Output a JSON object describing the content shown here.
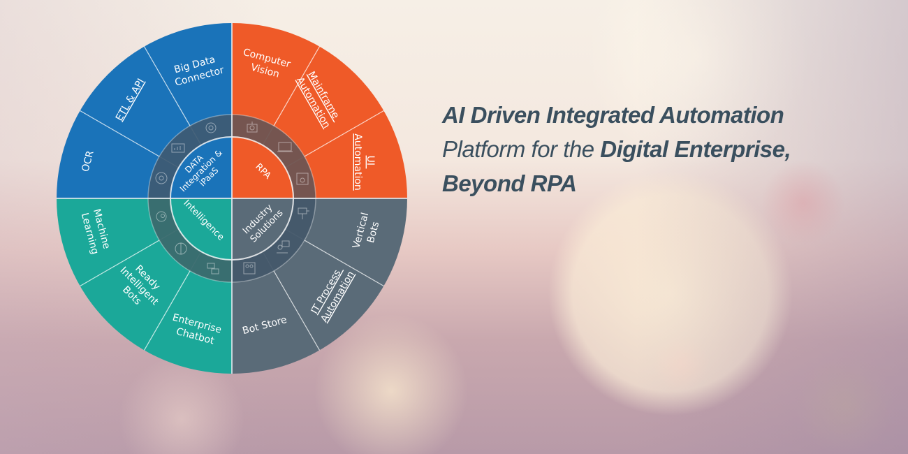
{
  "headline": {
    "line1_bold": "AI Driven Integrated Automation",
    "line2_regular": "Platform for the ",
    "line2_bold": "Digital Enterprise,",
    "line3_bold": "Beyond RPA"
  },
  "colors": {
    "blue": "#1a73b9",
    "orange": "#ef5a28",
    "teal": "#1ba899",
    "slate": "#5a6b78",
    "ring": "#45596a",
    "headline_text": "#3a4f5e"
  },
  "wheel": {
    "quadrants": [
      {
        "core_label": [
          "DATA",
          "Integration &",
          "iPaaS"
        ],
        "color": "blue",
        "segments": [
          [
            "OCR"
          ],
          [
            "ETL & API"
          ],
          [
            "Big Data",
            "Connector"
          ]
        ],
        "ring_icons": [
          "gear-refresh-icon",
          "monitor-chart-icon",
          "gear-network-icon"
        ]
      },
      {
        "core_label": [
          "RPA"
        ],
        "color": "orange",
        "segments": [
          [
            "Computer",
            "Vision"
          ],
          [
            "Mainframe",
            "Automation"
          ],
          [
            "UI",
            "Automation"
          ]
        ],
        "ring_icons": [
          "robot-icon",
          "laptop-workflow-icon",
          "window-gear-icon"
        ]
      },
      {
        "core_label": [
          "Industry",
          "Solutions"
        ],
        "color": "slate",
        "segments": [
          [
            "Vertical",
            "Bots"
          ],
          [
            "IT Process",
            "Automation"
          ],
          [
            "Bot Store"
          ]
        ],
        "ring_icons": [
          "robot-arm-icon",
          "person-screen-icon",
          "bot-dashboard-icon"
        ]
      },
      {
        "core_label": [
          "Intelligence"
        ],
        "color": "teal",
        "segments": [
          [
            "Enterprise",
            "Chatbot"
          ],
          [
            "Ready",
            "Intelligent",
            "Bots"
          ],
          [
            "Machine",
            "Learning"
          ]
        ],
        "ring_icons": [
          "chat-bot-icon",
          "brain-gear-icon",
          "head-gears-icon"
        ]
      }
    ]
  }
}
